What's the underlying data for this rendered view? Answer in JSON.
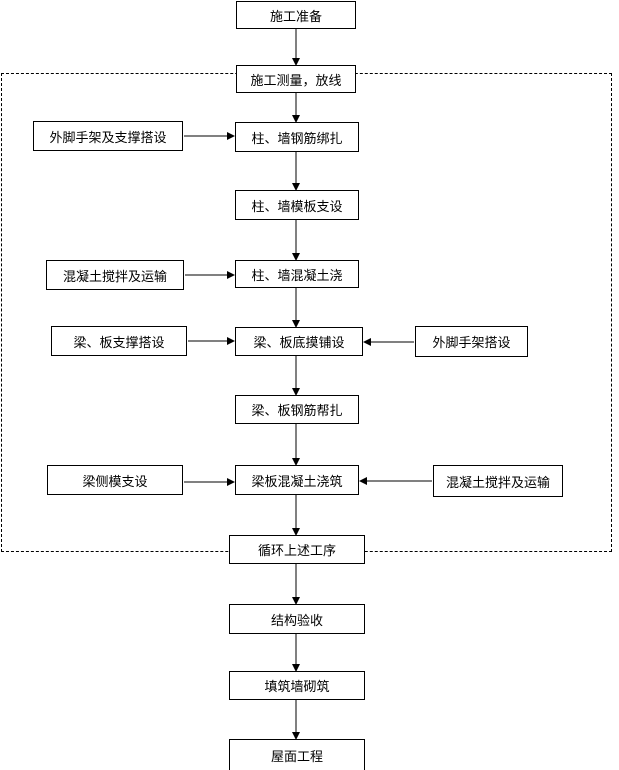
{
  "nodes": {
    "prep": "施工准备",
    "survey": "施工测量，放线",
    "rebar_col": "柱、墙钢筋绑扎",
    "formwork_col": "柱、墙模板支设",
    "concrete_col": "柱、墙混凝土浇",
    "slab_form": "梁、板底摸铺设",
    "rebar_beam": "梁、板钢筋帮扎",
    "concrete_beam": "梁板混凝土浇筑",
    "cycle": "循环上述工序",
    "acceptance": "结构验收",
    "masonry": "填筑墙砌筑",
    "roof": "屋面工程"
  },
  "side_nodes": {
    "scaffold_support": "外脚手架及支撑搭设",
    "mix_transport_1": "混凝土搅拌及运输",
    "beam_support": "梁、板支撑搭设",
    "scaffold": "外脚手架搭设",
    "side_form": "梁侧模支设",
    "mix_transport_2": "混凝土搅拌及运输"
  }
}
